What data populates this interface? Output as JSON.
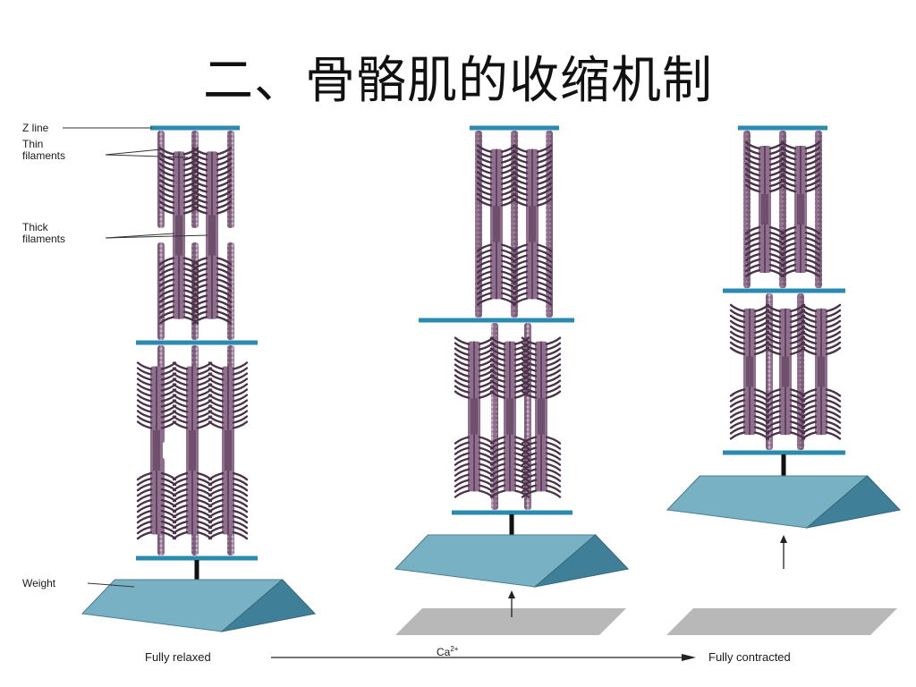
{
  "title": "二、骨骼肌的收缩机制",
  "labels": {
    "z_line": "Z line",
    "thin_line1": "Thin",
    "thin_line2": "filaments",
    "thick_line1": "Thick",
    "thick_line2": "filaments",
    "weight": "Weight"
  },
  "axis": {
    "start": "Fully relaxed",
    "ion": "Ca",
    "ion_charge": "2+",
    "end": "Fully contracted"
  },
  "colors": {
    "z_line": "#2b8ab0",
    "filament": "#8f6f8d",
    "filament_dark": "#4a3349",
    "weight_top": "#9dc6d6",
    "weight_front": "#79b1c4",
    "weight_side": "#3f7f98",
    "shadow": "#b8b8b8"
  }
}
